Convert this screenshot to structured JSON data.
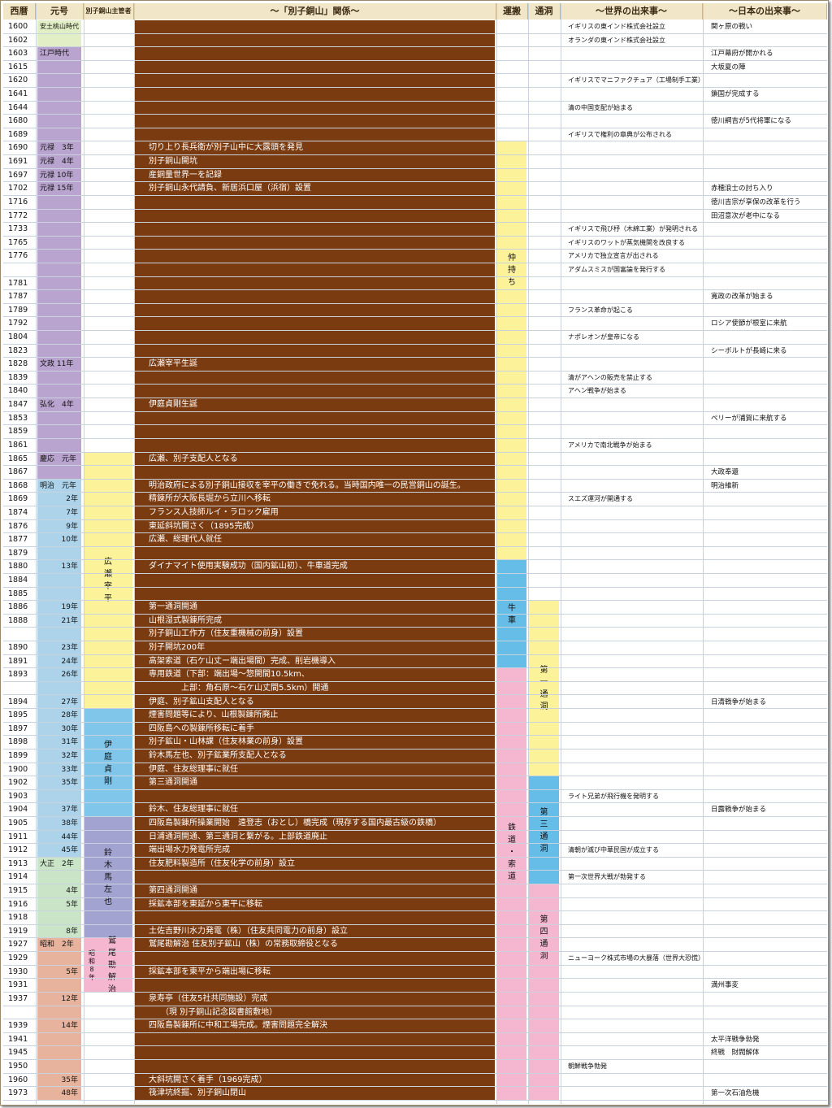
{
  "headers": {
    "year": "西暦",
    "era": "元号",
    "manager": "別子銅山主管者",
    "besshi": "～「別子銅山」関係～",
    "transport": "運搬",
    "tunnel": "通洞",
    "world": "～世界の出来事～",
    "japan": "～日本の出来事～"
  },
  "rows": [
    {
      "y": "1600",
      "era": "安土桃山時代",
      "b": "",
      "w": "イギリスの東インド株式会社設立",
      "j": "関ヶ原の戦い"
    },
    {
      "y": "1602",
      "era": "",
      "b": "",
      "w": "オランダの東インド株式会社設立",
      "j": ""
    },
    {
      "y": "1603",
      "era": "江戸時代",
      "b": "",
      "w": "",
      "j": "江戸幕府が開かれる"
    },
    {
      "y": "1615",
      "era": "",
      "b": "",
      "w": "",
      "j": "大坂夏の陣"
    },
    {
      "y": "1620",
      "era": "",
      "b": "",
      "w": "イギリスでマニファクチュア（工場制手工業）",
      "j": ""
    },
    {
      "y": "1641",
      "era": "",
      "b": "",
      "w": "",
      "j": "鎖国が完成する"
    },
    {
      "y": "1644",
      "era": "",
      "b": "",
      "w": "清の中国支配が始まる",
      "j": ""
    },
    {
      "y": "1680",
      "era": "",
      "b": "",
      "w": "",
      "j": "徳川綱吉が5代将軍になる"
    },
    {
      "y": "1689",
      "era": "",
      "b": "",
      "w": "イギリスで権利の章典が公布される",
      "j": ""
    },
    {
      "y": "1690",
      "era": "元禄　3年",
      "b": "切り上り長兵衛が別子山中に大露頭を発見",
      "w": "",
      "j": ""
    },
    {
      "y": "1691",
      "era": "元禄　4年",
      "b": "別子銅山開坑",
      "w": "",
      "j": ""
    },
    {
      "y": "1697",
      "era": "元禄 10年",
      "b": "産銅量世界一を記録",
      "w": "",
      "j": ""
    },
    {
      "y": "1702",
      "era": "元禄 15年",
      "b": "別子銅山永代請負、新居浜口屋（浜宿）設置",
      "w": "",
      "j": "赤穂浪士の討ち入り"
    },
    {
      "y": "1716",
      "era": "",
      "b": "",
      "w": "",
      "j": "徳川吉宗が享保の改革を行う"
    },
    {
      "y": "1772",
      "era": "",
      "b": "",
      "w": "",
      "j": "田沼意次が老中になる"
    },
    {
      "y": "1733",
      "era": "",
      "b": "",
      "w": "イギリスで飛び杼（木綿工業）が発明される",
      "j": ""
    },
    {
      "y": "1765",
      "era": "",
      "b": "",
      "w": "イギリスのワットが蒸気機関を改良する",
      "j": ""
    },
    {
      "y": "1776",
      "era": "",
      "b": "",
      "w": "アメリカで独立宣言が出される",
      "j": ""
    },
    {
      "y": "",
      "era": "",
      "b": "",
      "w": "アダムスミスが国富論を発行する",
      "j": ""
    },
    {
      "y": "1781",
      "era": "",
      "b": "",
      "w": "",
      "j": ""
    },
    {
      "y": "1787",
      "era": "",
      "b": "",
      "w": "",
      "j": "寛政の改革が始まる"
    },
    {
      "y": "1789",
      "era": "",
      "b": "",
      "w": "フランス革命が起こる",
      "j": ""
    },
    {
      "y": "1792",
      "era": "",
      "b": "",
      "w": "",
      "j": "ロシア使節が根室に来航"
    },
    {
      "y": "1804",
      "era": "",
      "b": "",
      "w": "ナポレオンが皇帝になる",
      "j": ""
    },
    {
      "y": "1823",
      "era": "",
      "b": "",
      "w": "",
      "j": "シーボルトが長崎に来る"
    },
    {
      "y": "1828",
      "era": "文政 11年",
      "b": "広瀬宰平生誕",
      "w": "",
      "j": ""
    },
    {
      "y": "1839",
      "era": "",
      "b": "",
      "w": "清がアヘンの販売を禁止する",
      "j": ""
    },
    {
      "y": "1840",
      "era": "",
      "b": "",
      "w": "アヘン戦争が始まる",
      "j": ""
    },
    {
      "y": "1847",
      "era": "弘化　4年",
      "b": "伊庭貞剛生誕",
      "w": "",
      "j": ""
    },
    {
      "y": "1853",
      "era": "",
      "b": "",
      "w": "",
      "j": "ペリーが浦賀に来航する"
    },
    {
      "y": "1859",
      "era": "",
      "b": "",
      "w": "",
      "j": ""
    },
    {
      "y": "1861",
      "era": "",
      "b": "",
      "w": "アメリカで南北戦争が始まる",
      "j": ""
    },
    {
      "y": "1865",
      "era": "慶応　元年",
      "b": "広瀬、別子支配人となる",
      "w": "",
      "j": ""
    },
    {
      "y": "1867",
      "era": "",
      "b": "",
      "w": "",
      "j": "大政奉還"
    },
    {
      "y": "1868",
      "era": "明治　元年",
      "b": "明治政府による別子銅山接収を宰平の働きで免れる。当時国内唯一の民営銅山の誕生。",
      "w": "",
      "j": "明治維新"
    },
    {
      "y": "1869",
      "era": "2年",
      "b": "精錬所が大阪長堀から立川へ移転",
      "w": "スエズ運河が開通する",
      "j": ""
    },
    {
      "y": "1874",
      "era": "7年",
      "b": "フランス人技師ルイ・ラロック雇用",
      "w": "",
      "j": ""
    },
    {
      "y": "1876",
      "era": "9年",
      "b": "東延斜坑開さく（1895完成）",
      "w": "",
      "j": ""
    },
    {
      "y": "1877",
      "era": "10年",
      "b": "広瀬、総理代人就任",
      "w": "",
      "j": ""
    },
    {
      "y": "1879",
      "era": "",
      "b": "",
      "w": "",
      "j": ""
    },
    {
      "y": "1880",
      "era": "13年",
      "b": "ダイナマイト使用実験成功（国内鉱山初）、牛車道完成",
      "w": "",
      "j": ""
    },
    {
      "y": "1884",
      "era": "",
      "b": "",
      "w": "",
      "j": ""
    },
    {
      "y": "1885",
      "era": "",
      "b": "",
      "w": "",
      "j": ""
    },
    {
      "y": "1886",
      "era": "19年",
      "b": "第一通洞開通",
      "w": "",
      "j": ""
    },
    {
      "y": "1888",
      "era": "21年",
      "b": "山根湿式製錬所完成",
      "w": "",
      "j": ""
    },
    {
      "y": "",
      "era": "",
      "b": "別子銅山工作方（住友重機械の前身）設置",
      "w": "",
      "j": ""
    },
    {
      "y": "1890",
      "era": "23年",
      "b": "別子開坑200年",
      "w": "",
      "j": ""
    },
    {
      "y": "1891",
      "era": "24年",
      "b": "高架索道（石ケ山丈ー端出場間）完成、削岩機導入",
      "w": "",
      "j": ""
    },
    {
      "y": "1893",
      "era": "26年",
      "b": "専用鉄道（下部：端出場～惣開間10.5km、",
      "w": "",
      "j": ""
    },
    {
      "y": "",
      "era": "",
      "b": "　　　　上部：角石原～石ケ山丈間5.5km）開通",
      "w": "",
      "j": ""
    },
    {
      "y": "1894",
      "era": "27年",
      "b": "伊庭、別子鉱山支配人となる",
      "w": "",
      "j": "日清戦争が始まる"
    },
    {
      "y": "1895",
      "era": "28年",
      "b": "煙害問題等により、山根製錬所廃止",
      "w": "",
      "j": ""
    },
    {
      "y": "1897",
      "era": "30年",
      "b": "四阪島への製錬所移転に着手",
      "w": "",
      "j": ""
    },
    {
      "y": "1898",
      "era": "31年",
      "b": "別子鉱山・山林課（住友林業の前身）設置",
      "w": "",
      "j": ""
    },
    {
      "y": "1899",
      "era": "32年",
      "b": "鈴木馬左也、別子鉱業所支配人となる",
      "w": "",
      "j": ""
    },
    {
      "y": "1900",
      "era": "33年",
      "b": "伊庭、住友総理事に就任",
      "w": "",
      "j": ""
    },
    {
      "y": "1902",
      "era": "35年",
      "b": "第三通洞開通",
      "w": "",
      "j": ""
    },
    {
      "y": "1903",
      "era": "",
      "b": "",
      "w": "ライト兄弟が飛行機を発明する",
      "j": ""
    },
    {
      "y": "1904",
      "era": "37年",
      "b": "鈴木、住友総理事に就任",
      "w": "",
      "j": "日露戦争が始まる"
    },
    {
      "y": "1905",
      "era": "38年",
      "b": "四阪島製錬所操業開始　遠登志（おとし）橋完成（現存する国内最古級の鉄橋）",
      "w": "",
      "j": ""
    },
    {
      "y": "1911",
      "era": "44年",
      "b": "日浦通洞開通、第三通洞と繋がる。上部鉄道廃止",
      "w": "",
      "j": ""
    },
    {
      "y": "1912",
      "era": "45年",
      "b": "端出場水力発電所完成",
      "w": "清朝が滅び中華民国が成立する",
      "j": ""
    },
    {
      "y": "1913",
      "era": "大正　2年",
      "b": "住友肥料製造所（住友化学の前身）設立",
      "w": "",
      "j": ""
    },
    {
      "y": "1914",
      "era": "",
      "b": "",
      "w": "第一次世界大戦が勃発する",
      "j": ""
    },
    {
      "y": "1915",
      "era": "4年",
      "b": "第四通洞開通",
      "w": "",
      "j": ""
    },
    {
      "y": "1916",
      "era": "5年",
      "b": "採鉱本部を東延から東平に移転",
      "w": "",
      "j": ""
    },
    {
      "y": "1918",
      "era": "",
      "b": "",
      "w": "",
      "j": ""
    },
    {
      "y": "1919",
      "era": "8年",
      "b": "土佐吉野川水力発電（株）（住友共同電力の前身）設立",
      "w": "",
      "j": ""
    },
    {
      "y": "1927",
      "era": "昭和　2年",
      "b": "鷲尾勘解治 住友別子鉱山（株）の常務取締役となる",
      "w": "",
      "j": ""
    },
    {
      "y": "1929",
      "era": "",
      "b": "",
      "w": "ニューヨーク株式市場の大暴落（世界大恐慌）",
      "j": ""
    },
    {
      "y": "1930",
      "era": "5年",
      "b": "採鉱本部を東平から端出場に移転",
      "w": "",
      "j": ""
    },
    {
      "y": "1931",
      "era": "",
      "b": "",
      "w": "",
      "j": "満州事変"
    },
    {
      "y": "1937",
      "era": "12年",
      "b": "泉寿亭（住友5社共同施設）完成",
      "w": "",
      "j": ""
    },
    {
      "y": "",
      "era": "",
      "b": "　　（現 別子銅山記念図書館敷地）",
      "w": "",
      "j": ""
    },
    {
      "y": "1939",
      "era": "14年",
      "b": "四阪島製錬所に中和工場完成。煙害問題完全解決",
      "w": "",
      "j": ""
    },
    {
      "y": "1941",
      "era": "",
      "b": "",
      "w": "",
      "j": "太平洋戦争勃発"
    },
    {
      "y": "1945",
      "era": "",
      "b": "",
      "w": "",
      "j": "終戦　財閥解体"
    },
    {
      "y": "1950",
      "era": "",
      "b": "",
      "w": "朝鮮戦争勃発",
      "j": ""
    },
    {
      "y": "1960",
      "era": "35年",
      "b": "大斜坑開さく着手（1969完成）",
      "w": "",
      "j": ""
    },
    {
      "y": "1973",
      "era": "48年",
      "b": "筏津坑終掘、別子銅山閉山",
      "w": "",
      "j": "第一次石油危機"
    }
  ],
  "managers": [
    {
      "name": "広瀬宰平",
      "color": "#fbf29a"
    },
    {
      "name": "伊庭貞剛",
      "color": "#7fc6ea"
    },
    {
      "name": "鈴木馬左也",
      "color": "#a3a3d1"
    },
    {
      "name": "鷲尾勘解治",
      "note": "昭和8年",
      "color": "#f4b7cf"
    }
  ],
  "transport": [
    {
      "name": "仲持ち",
      "color": "#fbf29a"
    },
    {
      "name": "牛車",
      "color": "#66bde8"
    },
    {
      "name": "鉄道・索道",
      "color": "#f4b7cf"
    }
  ],
  "tunnels": [
    {
      "name": "第一通洞",
      "color": "#fbf29a"
    },
    {
      "name": "第三通洞",
      "color": "#66bde8"
    },
    {
      "name": "第四通洞",
      "color": "#f4b7cf"
    }
  ],
  "era_colors": {
    "azuchi": "#e2efc6",
    "edo": "#b9a3cf",
    "meiji": "#add3ea",
    "taisho": "#c9e4c6",
    "showa": "#e8b39c",
    "brown": "#7b3b10"
  }
}
